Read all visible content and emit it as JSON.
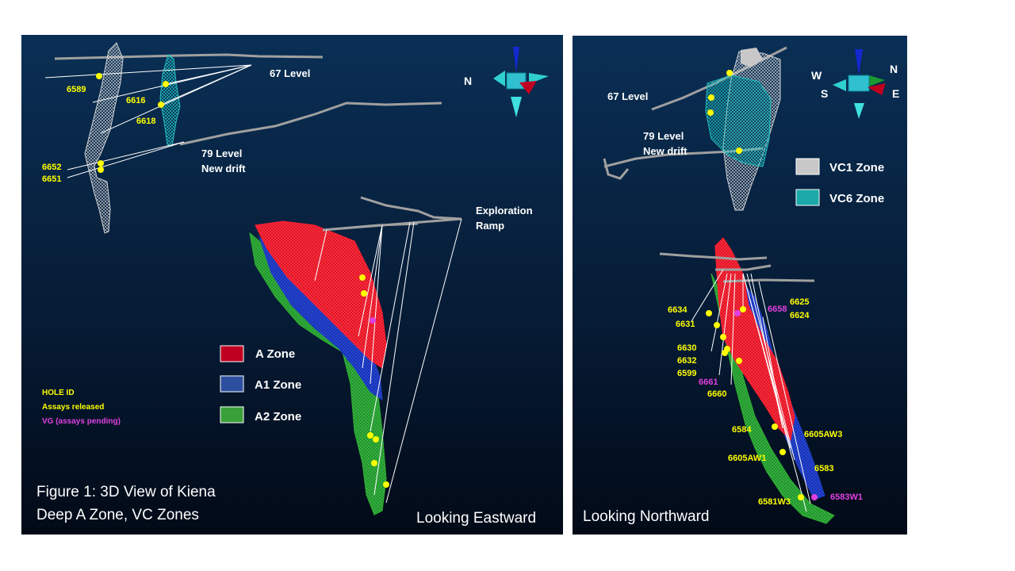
{
  "panel_east": {
    "level_67": "67 Level",
    "level_79_a": "79 Level",
    "level_79_b": "New drift",
    "ramp_a": "Exploration",
    "ramp_b": "Ramp",
    "compass_label": "N",
    "holes": [
      "6589",
      "6616",
      "6618",
      "6652",
      "6651"
    ],
    "legend": {
      "a_zone": "A Zone",
      "a1_zone": "A1 Zone",
      "a2_zone": "A2 Zone",
      "a_color": "#c00020",
      "a1_color": "#2d4fa0",
      "a2_color": "#3aa03a"
    },
    "key": {
      "hole_id": "HOLE ID",
      "assays": "Assays  released",
      "vg": "VG (assays  pending)"
    },
    "figure_title_1": "Figure 1: 3D View of Kiena",
    "figure_title_2": "Deep A Zone, VC Zones",
    "view_label": "Looking Eastward"
  },
  "panel_north": {
    "level_67": "67 Level",
    "level_79_a": "79 Level",
    "level_79_b": "New drift",
    "compass": {
      "w": "W",
      "n": "N",
      "s": "S",
      "e": "E"
    },
    "legend": {
      "vc1": "VC1 Zone",
      "vc6": "VC6 Zone",
      "vc1_color": "#c8c8c8",
      "vc6_color": "#1aa8a8"
    },
    "holes_yellow": [
      "6634",
      "6631",
      "6625",
      "6624",
      "6630",
      "6632",
      "6599",
      "6660",
      "6584",
      "6605AW3",
      "6605AW1",
      "6583",
      "6581W3"
    ],
    "holes_magenta": [
      "6658",
      "6661",
      "6583W1"
    ],
    "view_label": "Looking Northward"
  },
  "colors": {
    "hole_yellow": "#ffff00",
    "vg_magenta": "#e040e0",
    "drift_gray": "#a0a0a0"
  }
}
